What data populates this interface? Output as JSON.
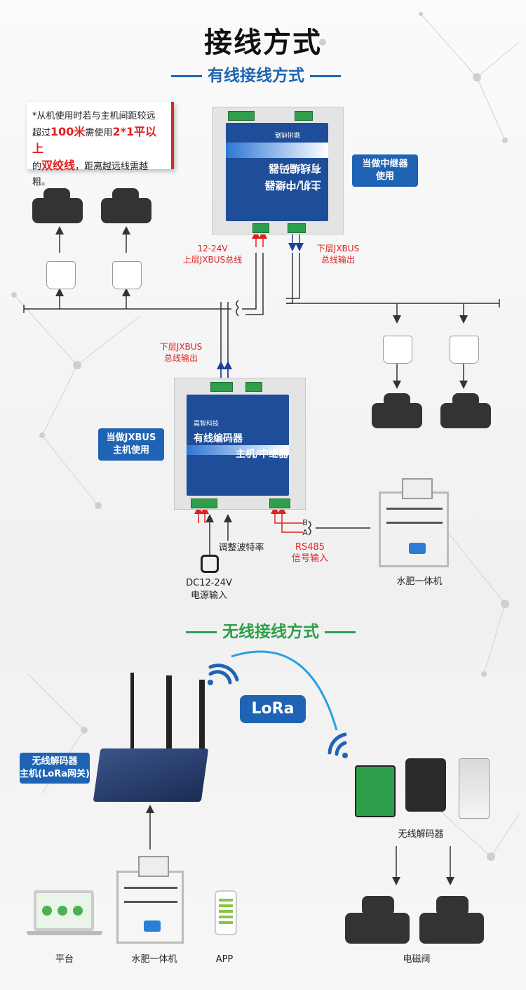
{
  "title": "接线方式",
  "wired": {
    "heading": "有线接线方式",
    "note": {
      "line1": "*从机使用时若与主机间距较远",
      "line2_pre": "超过",
      "line2_red1": "100米",
      "line2_mid": "需使用",
      "line2_red2": "2*1平以上",
      "line3_pre": "的",
      "line3_red": "双绞线",
      "line3_post": "，距离越远线需越粗。"
    },
    "top_device": {
      "text1": "主机/中继器",
      "text2": "有线编码器",
      "text3": "输出线路"
    },
    "repeater_tag": "当做中继器\n使用",
    "label_upper_bus": "12-24V\n上层JXBUS总线",
    "label_lower_bus_top": "下层JXBUS\n总线输出",
    "label_lower_bus_mid": "下层JXBUS\n总线输出",
    "host_tag": "当做JXBUS\n主机使用",
    "main_device": {
      "brand": "晨智科技",
      "text1": "有线编码器",
      "text2": "主机/中继器"
    },
    "label_baud": "调整波特率",
    "label_power": "DC12-24V\n电源输入",
    "label_rs485": "RS485\n信号输入",
    "label_b": "B",
    "label_a": "A",
    "label_fertigation": "水肥一体机"
  },
  "wireless": {
    "heading": "无线接线方式",
    "lora": "LoRa",
    "gateway_tag": "无线解码器\n主机(LoRa网关)",
    "label_decoder": "无线解码器",
    "label_platform": "平台",
    "label_fertigation": "水肥一体机",
    "label_app": "APP",
    "label_valve": "电磁阀"
  },
  "colors": {
    "blue_accent": "#1f64b4",
    "green_accent": "#2e9f4a",
    "red_text": "#e02020"
  }
}
